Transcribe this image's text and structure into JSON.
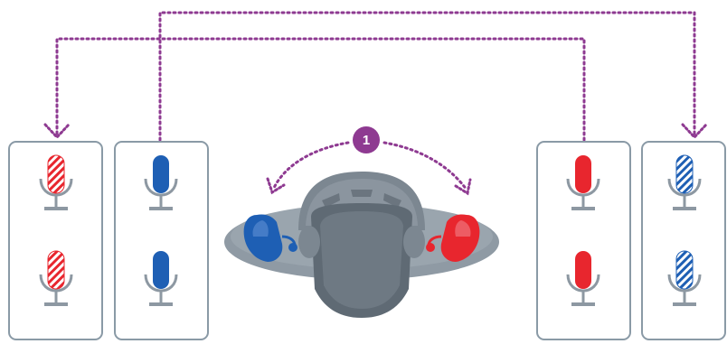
{
  "colors": {
    "routing_line": "#8e3a91",
    "badge_fill": "#8e3a91",
    "badge_text": "#ffffff",
    "panel_border": "#8a9aa6",
    "stand": "#8d98a2",
    "left_color": "#1e5fb4",
    "right_color": "#e8262e",
    "head_fill": "#8f9aa4",
    "head_dark": "#5f6a74"
  },
  "diagram": {
    "badge_label": "1",
    "panels": [
      {
        "id": "left-outer",
        "mic_color": "right",
        "style": "striped",
        "role": "receiver"
      },
      {
        "id": "left-inner",
        "mic_color": "left",
        "style": "solid",
        "role": "source"
      },
      {
        "id": "right-inner",
        "mic_color": "right",
        "style": "solid",
        "role": "source"
      },
      {
        "id": "right-outer",
        "mic_color": "left",
        "style": "striped",
        "role": "receiver"
      }
    ],
    "mics_per_panel": 2,
    "head_icons": [
      "left-hearing-aid-icon",
      "right-hearing-aid-icon"
    ]
  }
}
